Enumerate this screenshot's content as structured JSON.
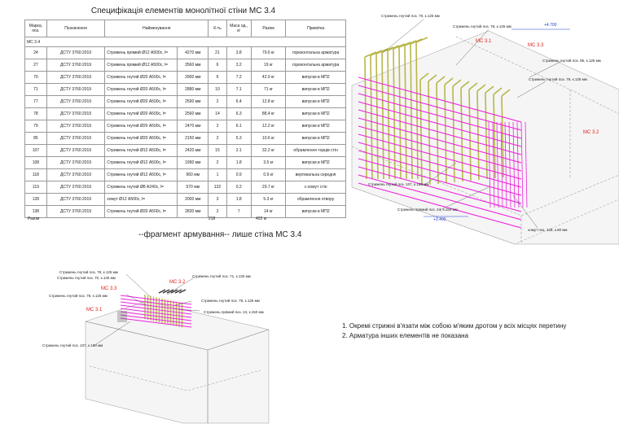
{
  "spec": {
    "title": "Специфікація елементів монолітної стіни МС 3.4",
    "headers": [
      "Марка, поз.",
      "Позначення",
      "Найменування",
      "К-ть",
      "Маса од., кг",
      "Разом",
      "Примітка"
    ],
    "group": "МС 3.4",
    "rows": [
      [
        "24",
        "ДСТУ 3760:2019",
        "Стрижень прямий Ø12 А500с, l=",
        "4270 мм",
        "21",
        "3.8",
        "79.6 кг",
        "горизонтальна арматура"
      ],
      [
        "27",
        "ДСТУ 3760:2019",
        "Стрижень прямий Ø12 А500с, l=",
        "3560 мм",
        "6",
        "3.2",
        "19 кг",
        "горизонтальна арматура"
      ],
      [
        "70",
        "ДСТУ 3760:2019",
        "Стрижень гнутий Ø20 А500с, l=",
        "2900 мм",
        "6",
        "7.2",
        "42.9 кг",
        "випуски в МП2"
      ],
      [
        "71",
        "ДСТУ 3760:2019",
        "Стрижень гнутий Ø20 А500с, l=",
        "2880 мм",
        "10",
        "7.1",
        "71 кг",
        "випуски в МП2"
      ],
      [
        "77",
        "ДСТУ 3760:2019",
        "Стрижень гнутий Ø20 А500с, l=",
        "2590 мм",
        "2",
        "6.4",
        "12.8 кг",
        "випуски в МП2"
      ],
      [
        "78",
        "ДСТУ 3760:2019",
        "Стрижень гнутий Ø20 А500с, l=",
        "2560 мм",
        "14",
        "6.3",
        "88.4 кг",
        "випуски в МП2"
      ],
      [
        "79",
        "ДСТУ 3760:2019",
        "Стрижень гнутий Ø20 А500с, l=",
        "2470 мм",
        "2",
        "6.1",
        "12.2 кг",
        "випуски в МП2"
      ],
      [
        "85",
        "ДСТУ 3760:2019",
        "Стрижень гнутий Ø20 А500с, l=",
        "2150 мм",
        "2",
        "5.3",
        "10.6 кг",
        "випуски в МП2"
      ],
      [
        "107",
        "ДСТУ 3760:2019",
        "Стрижень гнутий Ø12 А500с, l=",
        "2420 мм",
        "15",
        "2.1",
        "32.2 кг",
        "обрамлення торців стін"
      ],
      [
        "108",
        "ДСТУ 3760:2019",
        "Стрижень гнутий Ø12 А500с, l=",
        "1990 мм",
        "2",
        "1.8",
        "3.5 кг",
        "випуски в МП2"
      ],
      [
        "118",
        "ДСТУ 3760:2019",
        "Стрижень гнутий Ø12 А500с, l=",
        "960 мм",
        "1",
        "0.9",
        "0.9 кг",
        "вертикальна середня"
      ],
      [
        "119",
        "ДСТУ 3760:2019",
        "Стрижень гнутий Ø8 А240с, l=",
        "570 мм",
        "132",
        "0.2",
        "29.7 кг",
        "с-хомут стін"
      ],
      [
        "128",
        "ДСТУ 3760:2019",
        "хомут Ø12 А500с, l=",
        "2000 мм",
        "3",
        "1.8",
        "5.3 кг",
        "обрамлення отвору"
      ],
      [
        "138",
        "ДСТУ 3760:2019",
        "Стрижень гнутий Ø20 А500с, l=",
        "2830 мм",
        "2",
        "7",
        "14 кг",
        "випуски в МП2"
      ]
    ],
    "total_label": "Разом",
    "total_qty": "218",
    "total_mass": "422 кг"
  },
  "caption": "--фрагмент армування-- лише стіна МС 3.4",
  "notes": [
    "1. Окремі стрижні в'язати між собою м'яким дротом у всіх місцях перетину",
    "2. Арматура інших елементів не показана"
  ],
  "big_view": {
    "labels": {
      "l70": "Стрижень гнутий поз. 70, к.125 мм",
      "l78": "Стрижень гнутий поз. 78, к.125 мм",
      "l85": "Стрижень гнутий поз. 85, к.125 мм",
      "l79": "Стрижень гнутий поз. 79, к.125 мм",
      "l107": "Стрижень гнутий поз. 107, к.150 мм",
      "l24": "Стрижень прямий поз. 24, к.150 мм",
      "l128": "хомут поз. 128, к.80 мм"
    },
    "marks": {
      "ms31": "МС 3.1",
      "ms33": "МС 3.3",
      "ms32": "МС 3.2"
    },
    "levels": {
      "top": "+4.700",
      "bottom": "+3.400"
    }
  },
  "small_view": {
    "labels": {
      "l78": "Стрижень гнутий поз. 78, к.125 мм",
      "l70": "Стрижень гнутий поз. 70, к.125 мм",
      "l71": "Стрижень гнутий поз. 71, к.125 мм",
      "l78b": "Стрижень гнутий поз. 78, к.125 мм",
      "l79": "Стрижень гнутий поз. 79, к.125 мм",
      "l24": "Стрижень прямий поз. 24, к.150 мм",
      "l107": "Стрижень гнутий поз. 107, к.150 мм"
    },
    "marks": {
      "ms33": "МС 3.3",
      "ms32": "МС 3.2",
      "ms31": "МС 3.1"
    }
  },
  "colors": {
    "rebar_vertical": "#b9b64a",
    "rebar_horizontal": "#ee22dd",
    "slab": "#f4f4f4",
    "mark": "#e0221f",
    "level": "#1f3fd0"
  }
}
